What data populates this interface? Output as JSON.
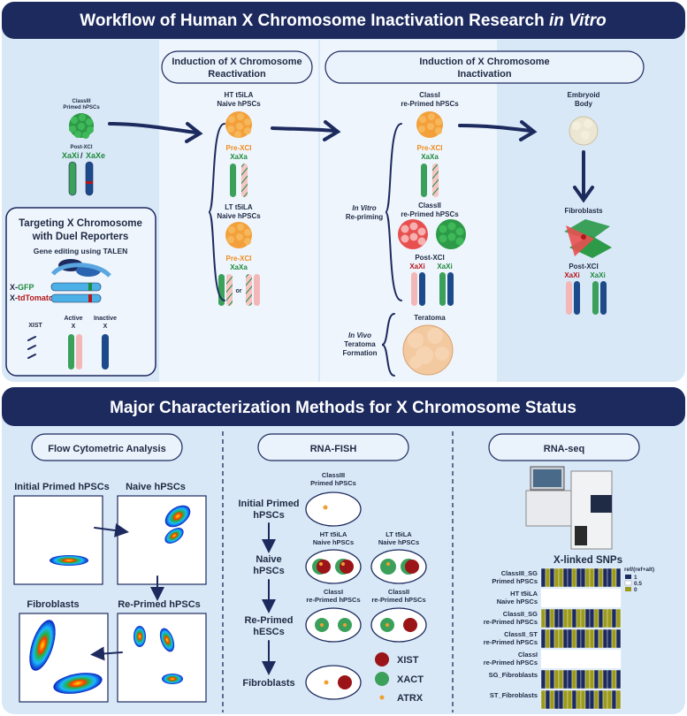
{
  "top_banner": {
    "title_main": "Workflow of Human X Chromosome Inactivation Research ",
    "title_italic": "in Vitro"
  },
  "sections": {
    "reactivation": "Induction of X Chromosome Reactivation",
    "reactivation_l1": "Induction of X Chromosome",
    "reactivation_l2": "Reactivation",
    "inactivation_l1": "Induction of X Chromosome",
    "inactivation_l2": "Inactivation"
  },
  "left_panel": {
    "classIII_l1": "ClassIII",
    "classIII_l2": "Primed hPSCs",
    "post_xci": "Post-XCI",
    "xaxi": "XaXi",
    "slash": "/",
    "xaxe": "XaXe",
    "targeting_l1": "Targeting X Chromosome",
    "targeting_l2": "with Duel Reporters",
    "gene_editing": "Gene editing using TALEN",
    "x_gfp_prefix": "X-",
    "x_gfp": "GFP",
    "x_td_prefix": "X-",
    "x_td": "tdTomato",
    "xist": "XIST",
    "active_l1": "Active",
    "active_l2": "X",
    "inactive_l1": "Inactive",
    "inactive_l2": "X"
  },
  "reactivation_col": {
    "ht_l1": "HT t5iLA",
    "ht_l2": "Naive hPSCs",
    "pre_xci": "Pre-XCI",
    "xaxa": "XaXa",
    "lt_l1": "LT t5iLA",
    "lt_l2": "Naive hPSCs",
    "pre_xci2": "Pre-XCI",
    "xaxa2": "XaXa",
    "or": "or"
  },
  "inactivation_col": {
    "classI_l1": "ClassI",
    "classI_l2": "re-Primed hPSCs",
    "pre_xci": "Pre-XCI",
    "xaxa": "XaXa",
    "in_vitro_l1": "In Vitro",
    "in_vitro_l2": "Re-priming",
    "classII_l1": "ClassII",
    "classII_l2": "re-Primed hPSCs",
    "post_xci": "Post-XCI",
    "xaxi_a": "XaXi",
    "xaxi_b": "XaXi",
    "teratoma": "Teratoma",
    "in_vivo_l1": "In Vivo",
    "in_vivo_l2": "Teratoma",
    "in_vivo_l3": "Formation"
  },
  "right_col": {
    "eb_l1": "Embryoid",
    "eb_l2": "Body",
    "fibroblasts": "Fibroblasts",
    "post_xci": "Post-XCI",
    "xaxi_a": "XaXi",
    "xaxi_b": "XaXi"
  },
  "bottom_banner": {
    "title": "Major Characterization Methods for X Chromosome Status"
  },
  "flow": {
    "title": "Flow Cytometric Analysis",
    "initial": "Initial Primed hPSCs",
    "naive": "Naive hPSCs",
    "fibro": "Fibroblasts",
    "reprimed": "Re-Primed hPSCs"
  },
  "fish": {
    "title": "RNA-FISH",
    "initial_l1": "Initial Primed",
    "initial_l2": "hPSCs",
    "naive_l1": "Naive",
    "naive_l2": "hPSCs",
    "reprimed_l1": "Re-Primed",
    "reprimed_l2": "hESCs",
    "fibro": "Fibroblasts",
    "c3_l1": "ClassIII",
    "c3_l2": "Primed hPSCs",
    "ht_l1": "HT t5iLA",
    "ht_l2": "Naive hPSCs",
    "lt_l1": "LT t5iLA",
    "lt_l2": "Naive hPSCs",
    "c1_l1": "ClassI",
    "c1_l2": "re-Primed hPSCs",
    "c2_l1": "ClassII",
    "c2_l2": "re-Primed hPSCs",
    "legend_xist": "XIST",
    "legend_xact": "XACT",
    "legend_atrx": "ATRX"
  },
  "rnaseq": {
    "title": "RNA-seq",
    "snps_title": "X-linked SNPs",
    "legend_title": "ref/(ref+alt)",
    "legend_1": "1",
    "legend_05": "0.5",
    "legend_0": "0",
    "rows": [
      {
        "l1": "ClassIII_SG",
        "l2": "Primed hPSCs"
      },
      {
        "l1": "HT t5iLA",
        "l2": "Naive hPSCs"
      },
      {
        "l1": "ClassII_SG",
        "l2": "re-Primed hPSCs"
      },
      {
        "l1": "ClassII_ST",
        "l2": "re-Primed hPSCs"
      },
      {
        "l1": "ClassI",
        "l2": "re-Primed hPSCs"
      },
      {
        "l1": "SG_Fibroblasts",
        "l2": ""
      },
      {
        "l1": "ST_Fibroblasts",
        "l2": ""
      }
    ],
    "colors": {
      "one": "#1c2a5e",
      "half": "#ffffff",
      "zero": "#9b9a1a"
    }
  }
}
